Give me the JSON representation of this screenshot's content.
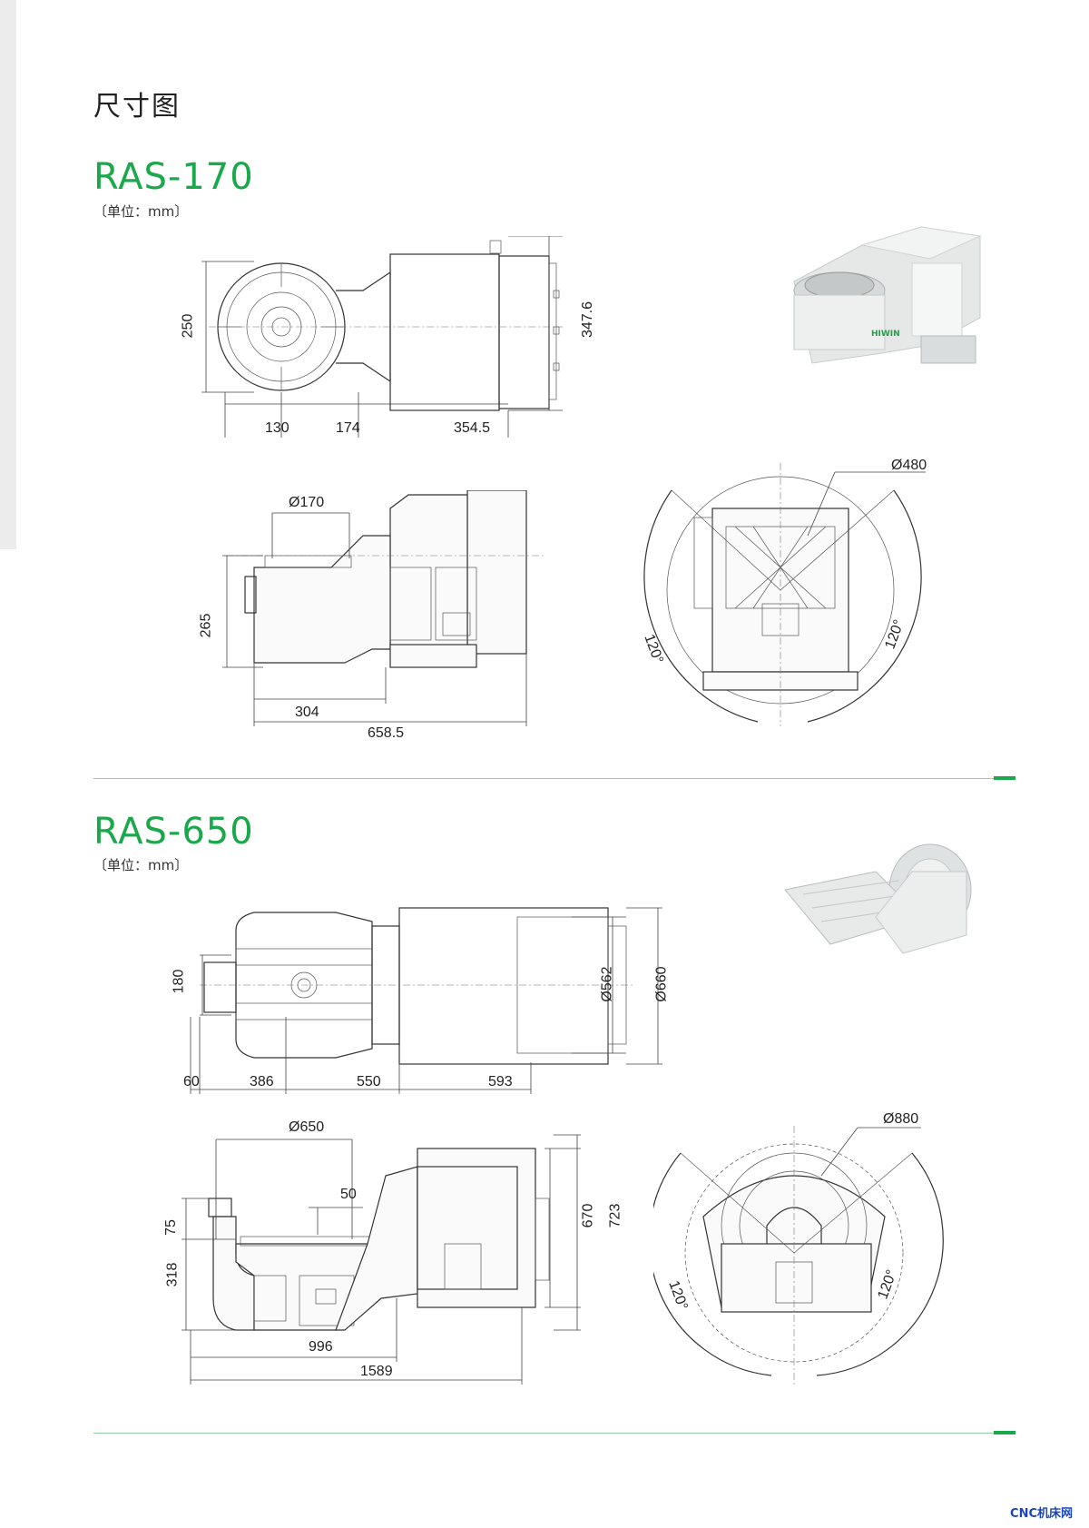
{
  "page_title": "尺寸图",
  "sections": [
    {
      "model": "RAS-170",
      "unit": "〔单位：mm〕",
      "dims": {
        "height_250": "250",
        "height_347_6": "347.6",
        "w_130": "130",
        "w_174": "174",
        "w_354_5": "354.5",
        "dia_170": "Ø170",
        "height_265": "265",
        "w_304": "304",
        "w_658_5": "658.5",
        "dia_480": "Ø480",
        "angle_left": "120°",
        "angle_right": "120°"
      }
    },
    {
      "model": "RAS-650",
      "unit": "〔单位：mm〕",
      "dims": {
        "height_180": "180",
        "dia_562": "Ø562",
        "dia_660": "Ø660",
        "w_60": "60",
        "w_386": "386",
        "w_550": "550",
        "w_593": "593",
        "dia_650": "Ø650",
        "w_50": "50",
        "height_75": "75",
        "height_318": "318",
        "height_670": "670",
        "height_723": "723",
        "w_996": "996",
        "w_1589": "1589",
        "dia_880": "Ø880",
        "angle_left": "120°",
        "angle_right": "120°"
      }
    }
  ],
  "logo_text": "HIWIN",
  "watermark": "CNC机床网",
  "colors": {
    "accent": "#1aa84b",
    "divider": "#8fd3a6"
  }
}
